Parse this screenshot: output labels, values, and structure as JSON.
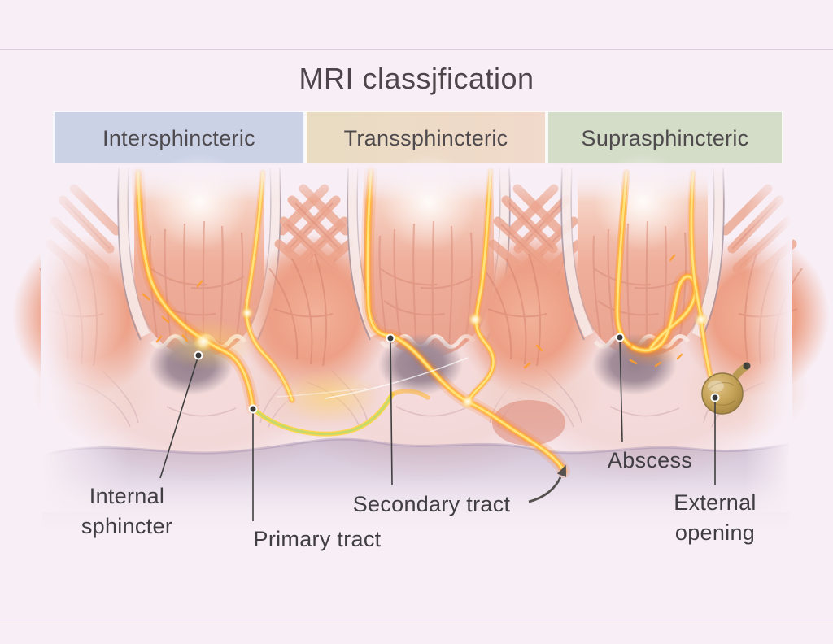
{
  "figure": {
    "title": "MRI classjfication",
    "classification_bar": {
      "segments": [
        {
          "label": "Intersphincteric",
          "color": "#cbd2e6"
        },
        {
          "label": "Transsphincteric",
          "color": "#e9dcc2"
        },
        {
          "label": "Suprasphincteric",
          "color": "#d4ddc8"
        }
      ]
    },
    "annotations": {
      "internal_sphincter": "Internal\nsphincter",
      "primary_tract": "Primary tract",
      "secondary_tract": "Secondary tract",
      "abscess": "Abscess",
      "external_opening": "External\nopening"
    },
    "illustration": {
      "type": "medical-anatomy-cross-sections",
      "section_count": 3,
      "tract_color": "#ffb83d",
      "tract_glow_color": "#ff8c1e",
      "secondary_tract_green": "#c6d96b",
      "abscess_gold": "#c3a055",
      "muscle_pink": "#eda086",
      "background": "#f8eff6",
      "text_color": "#403d43"
    }
  }
}
